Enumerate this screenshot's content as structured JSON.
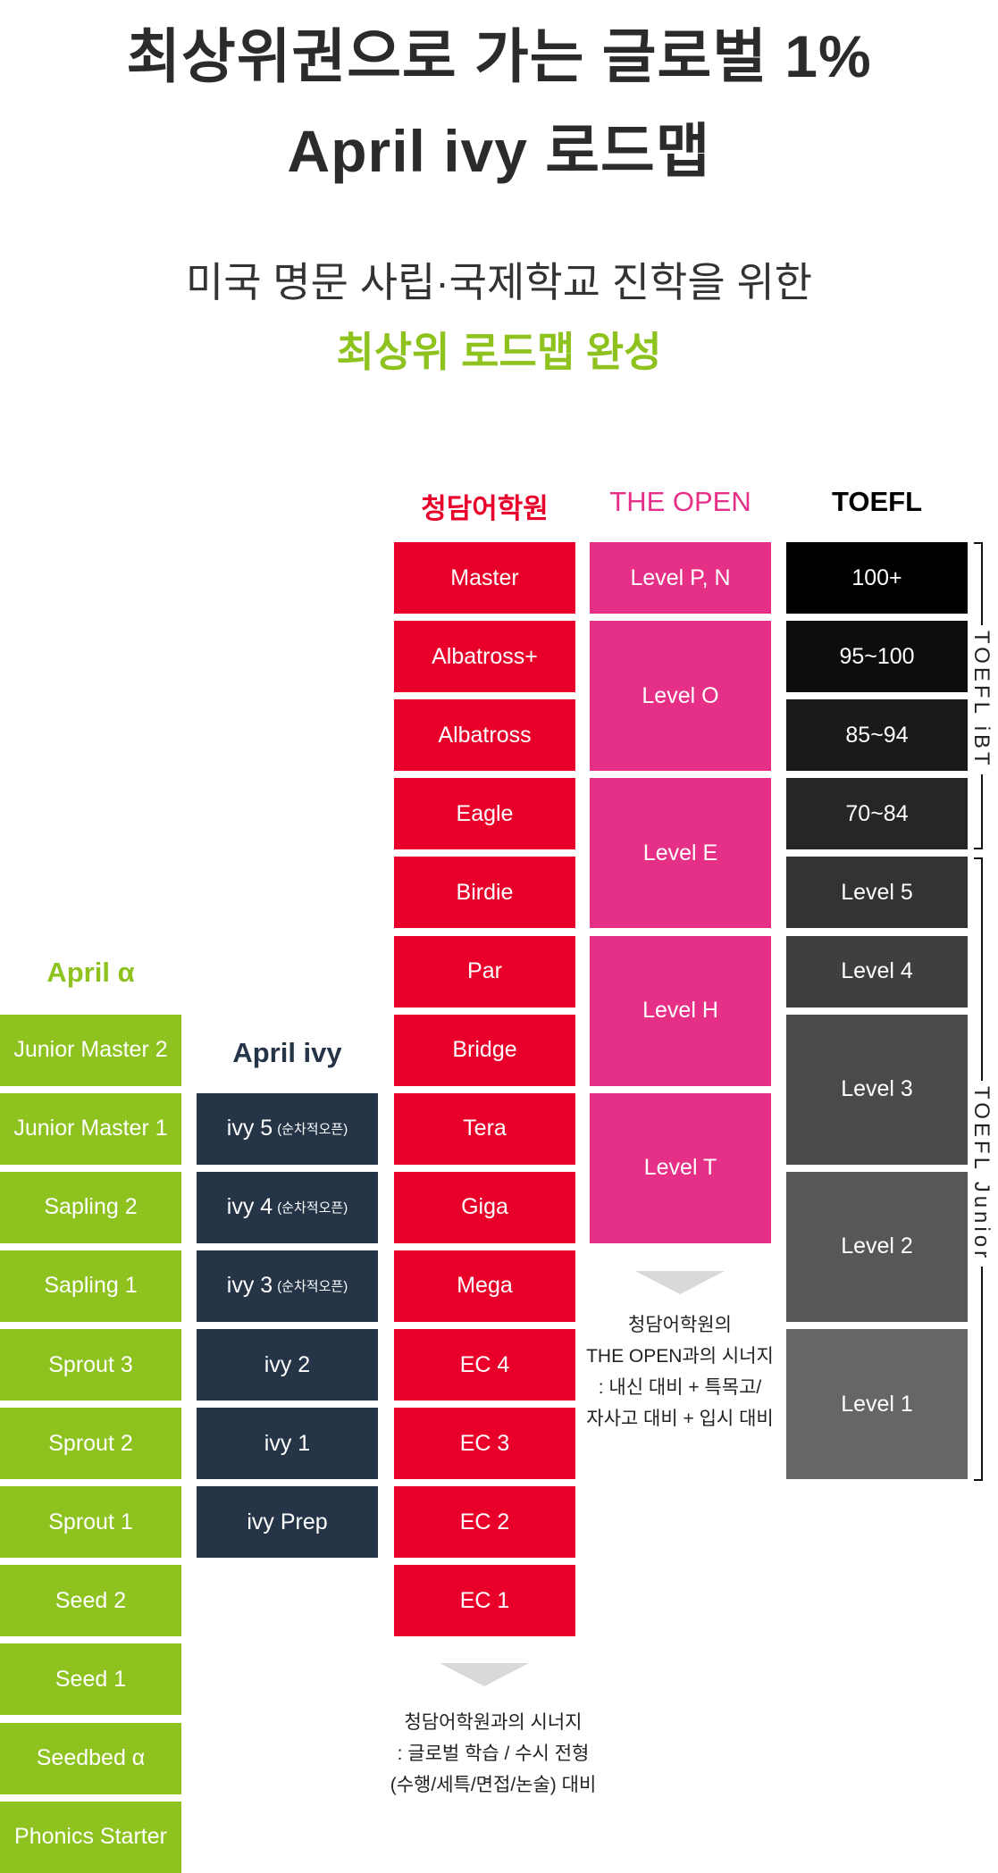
{
  "title": {
    "line1": "최상위권으로 가는 글로벌 1%",
    "line2": "April ivy 로드맵"
  },
  "subtitle": {
    "line1": "미국 명문 사립·국제학교 진학을 위한",
    "line2": "최상위 로드맵 완성"
  },
  "columns": {
    "april_alpha": {
      "header": "April α",
      "color": "#8DC21F",
      "items": [
        "Junior Master 2",
        "Junior Master 1",
        "Sapling 2",
        "Sapling 1",
        "Sprout 3",
        "Sprout 2",
        "Sprout 1",
        "Seed 2",
        "Seed 1",
        "Seedbed α",
        "Phonics Starter"
      ]
    },
    "april_ivy": {
      "header": "April ivy",
      "color": "#263447",
      "note": "(순차적오픈)",
      "items": [
        "ivy 5",
        "ivy 4",
        "ivy 3",
        "ivy 2",
        "ivy 1",
        "ivy Prep"
      ]
    },
    "chungdahm": {
      "header": "청담어학원",
      "color": "#E8002A",
      "items": [
        "Master",
        "Albatross+",
        "Albatross",
        "Eagle",
        "Birdie",
        "Par",
        "Bridge",
        "Tera",
        "Giga",
        "Mega",
        "EC 4",
        "EC 3",
        "EC 2",
        "EC 1"
      ],
      "caption": [
        "청담어학원과의 시너지",
        ": 글로벌 학습 / 수시 전형",
        "(수행/세특/면접/논술) 대비"
      ]
    },
    "the_open": {
      "header": "THE OPEN",
      "color": "#E62F87",
      "items": [
        "Level P, N",
        "Level O",
        "Level E",
        "Level H",
        "Level T"
      ],
      "caption": [
        "청담어학원의",
        "THE OPEN과의 시너지",
        ": 내신 대비 + 특목고/",
        "자사고 대비 + 입시 대비"
      ]
    },
    "toefl": {
      "header": "TOEFL",
      "color": "#000000",
      "items": [
        "100+",
        "95~100",
        "85~94",
        "70~84",
        "Level 5",
        "Level 4",
        "Level 3",
        "Level 2",
        "Level 1"
      ],
      "groups": [
        "TOEFL iBT",
        "TOEFL Junior"
      ]
    }
  }
}
